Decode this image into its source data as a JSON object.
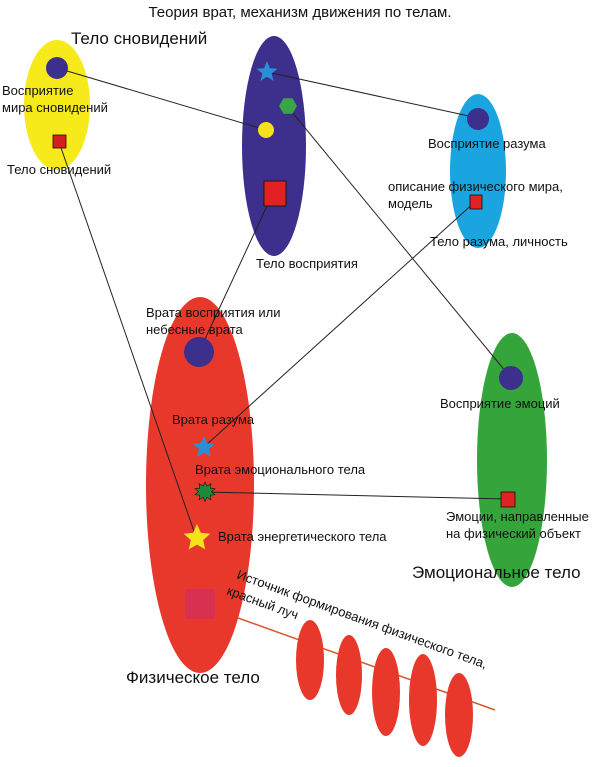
{
  "title": "Теория врат, механизм движения по телам.",
  "colors": {
    "dream_body": "#f7ea1a",
    "perception_body": "#3d2f8c",
    "mind_body": "#1aa5e0",
    "emotional_body": "#35a43a",
    "physical_body": "#e8382b",
    "red_rays": "#e8382b",
    "ray_line": "#d9582d",
    "blue_dot": "#3d2f8c",
    "square_red": "#e02222",
    "dream_square": "#d42020",
    "phys_square": "#d83050",
    "star_blue": "#2a8fd6",
    "star_yellow": "#f5e21a",
    "hexagon_green": "#3aa548",
    "star_green": "#1e8a3a",
    "small_circle_yellow": "#f5e21a"
  },
  "dream": {
    "heading": "Тело сновидений",
    "perception_line1": "Восприятие",
    "perception_line2": "мира сновидений",
    "body_label": "Тело сновидений"
  },
  "perception": {
    "body_label": "Тело восприятия"
  },
  "mind": {
    "perception_label": "Восприятие разума",
    "model_line1": "описание физического мира,",
    "model_line2": "модель",
    "body_label": "Тело разума, личность"
  },
  "emotional": {
    "perception_label": "Восприятие эмоций",
    "emotions_line1": "Эмоции, направленные",
    "emotions_line2": "на физический объект",
    "body_label": "Эмоциональное тело"
  },
  "physical": {
    "gate_perception_line1": "Врата восприятия или",
    "gate_perception_line2": "небесные врата",
    "gate_mind": "Врата разума",
    "gate_emotional": "Врата эмоционального тела",
    "gate_energy": "Врата энергетического тела",
    "body_label": "Физическое тело"
  },
  "source": {
    "line1": "Источник формирования физического тела,",
    "line2": "красный луч"
  }
}
